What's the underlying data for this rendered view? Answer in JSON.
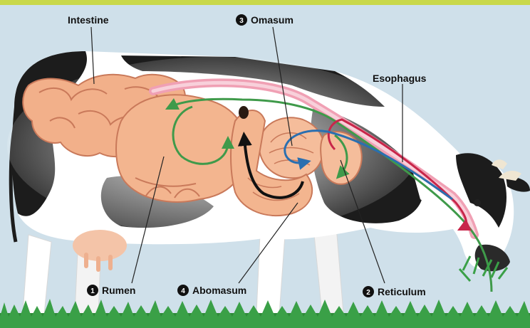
{
  "labels": {
    "intestine": "Intestine",
    "omasum": "Omasum",
    "esophagus": "Esophagus",
    "rumen": "Rumen",
    "abomasum": "Abomasum",
    "reticulum": "Reticulum"
  },
  "steps": {
    "rumen": "1",
    "reticulum": "2",
    "omasum": "3",
    "abomasum": "4"
  },
  "colors": {
    "sky": "#cfe0ea",
    "top_band": "#c9d84a",
    "organ": "#f2b08a",
    "organ_line": "#c9795a",
    "green_arrow": "#3f9a4a",
    "blue_arrow": "#2a6fb0",
    "red_arrow": "#c8264a",
    "black_arrow": "#111111"
  }
}
